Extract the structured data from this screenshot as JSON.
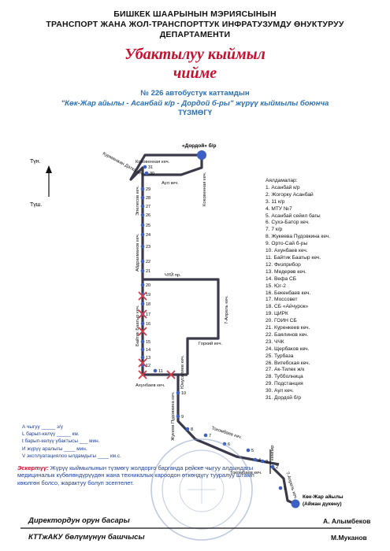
{
  "header": {
    "line1": "БИШКЕК ШААРЫНЫН МЭРИЯСЫНЫН",
    "line2": "ТРАНСПОРТ ЖАНА ЖОЛ-ТРАНСПОРТТУК ИНФРАТУЗУМДУ ӨНУКТУРУУ",
    "line3": "ДЕПАРТАМЕНТИ"
  },
  "title": {
    "line1": "Убактылуу кыймыл",
    "line2": "чийме"
  },
  "subtitle": {
    "line1": "№ 226 автобустук каттамдын",
    "line2": "\"Көк-Жар айылы - Асанбай к/р - Дордой б-ры\" жүрүү кыймылы боюнча",
    "line3": "ТҮЗМӨГҮ"
  },
  "compass": {
    "north": "Түн.",
    "south": "Түш."
  },
  "map": {
    "streets": {
      "kokovennaya_top": "Коковенная кеч.",
      "kokovennaya_side": "Коковенная кеч.",
      "kurmanjan": "Курманжан Датка кеч.",
      "aul": "Аул кеч.",
      "abdrakhmanov": "Абдрахманов кеч.",
      "ebelesov": "Эпелесов кеч.",
      "chui": "ЧҮЙ пр.",
      "april7": "7-Апрель кеч.",
      "baitik": "Байтик Баатыр кеч.",
      "gorkiy": "Горкий кеч.",
      "yunusaliev": "Юнусалиев кеч.",
      "akhunbaev": "Ахунбаев кеч.",
      "zhukeev": "Жукеев Пудовкина кеч.",
      "tokombaev1": "Токомбаев кеч.",
      "tokombaev2": "Токомбаев кеч.",
      "april7_bottom": "7-Апрель кеч.",
      "kempir": "кемпир"
    },
    "dordoi": "«Дордой» б/р",
    "kokzhar_line1": "Көк-Жар айылы",
    "kokzhar_line2": "(Айжан дүкөну)",
    "stop_numbers": [
      "31",
      "30",
      "29",
      "28",
      "27",
      "26",
      "25",
      "24",
      "23",
      "22",
      "21",
      "20",
      "19",
      "18",
      "17",
      "16",
      "15",
      "14",
      "13",
      "12",
      "11",
      "10",
      "9",
      "8",
      "7",
      "6",
      "5",
      "4",
      "3",
      "2",
      "1"
    ]
  },
  "stops": {
    "title": "Аялдамалар:",
    "items": [
      "1. Асанбай к/р",
      "2.  Жогорку Асанбай",
      "3. 11 к/р",
      "4. МТУ №7",
      "5. Асанбай сейил багы",
      "6. Сухэ-Батор кеч.",
      "7. 7 к/р",
      "8. Жукеева Пудовкина кеч.",
      "9. Орто-Сай б-ры",
      "10. Ахунбаев кеч.",
      "11. Байтик Баатыр кеч.",
      "12. Физприбор",
      "13. Медерөв кеч.",
      "14. Вефа СБ",
      "15. Юг-2",
      "16. Бекенбаев кеч.",
      "17. Моссовет",
      "18. СБ «Айчурок»",
      "19. ЦИРК",
      "20. ГОИН СБ",
      "21. Куренкеев кеч.",
      "22. Баялинов кеч.",
      "23. ЧЧК",
      "24. Щербаков кеч.",
      "25. Турбаза",
      "26. Витебская кеч.",
      "27. Ак-Тилек ж/к",
      "28. Тубболница",
      "29. Подстанция",
      "30. Аул кеч.",
      "31. Дордой б/р"
    ]
  },
  "legend": {
    "l1": "А чыгуу _____ з/у",
    "l2": "L барып-келүү _____ км.",
    "l3": "t барып-келүү убактысы ___ мин.",
    "l4": "И жүрүү аралыгы ____ мин.",
    "l5": "V эксплуатациялоо ылдамдыгы ____ км.с."
  },
  "note": {
    "label": "Эскертүү:",
    "text": "Жүрүү кыймылынын түзмөгү жолдорго барганда рейске чыгуу алдындагы медициналык күбөлөндүрүүдөн жана техникалык кароодон өткөндүгү тууралуу штамп көюлгөн болсо, жарактуу болуп эсептелет."
  },
  "signatures": {
    "left1": "Директордун орун басары",
    "right1": "А. Алымбеков",
    "left2": "КТТжАКУ бөлүмүнүн башчысы",
    "right2": "М.Муканов"
  },
  "colors": {
    "title_red": "#c8102e",
    "blue": "#2a6fb8",
    "route": "#3a3a4a",
    "stop": "#3b5fc4",
    "mark": "#d23b4a"
  }
}
